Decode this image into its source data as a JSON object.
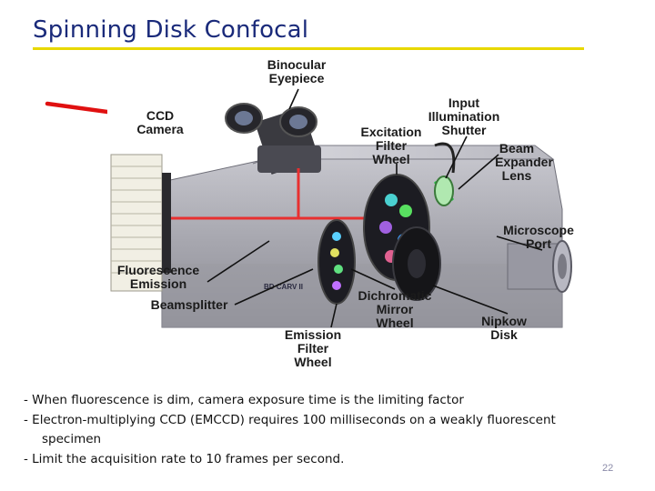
{
  "slide": {
    "title": "Spinning Disk Confocal",
    "page_number": "22"
  },
  "diagram": {
    "labels": {
      "binocular_1": "Binocular",
      "binocular_2": "Eyepiece",
      "ccd_1": "CCD",
      "ccd_2": "Camera",
      "input_1": "Input",
      "input_2": "Illumination",
      "input_3": "Shutter",
      "excitation_1": "Excitation",
      "excitation_2": "Filter",
      "excitation_3": "Wheel",
      "beam_1": "Beam",
      "beam_2": "Expander",
      "beam_3": "Lens",
      "microscope_1": "Microscope",
      "microscope_2": "Port",
      "fluor_1": "Fluorescence",
      "fluor_2": "Emission",
      "beamsplitter": "Beamsplitter",
      "dichroic_1": "Dichromatic",
      "dichroic_2": "Mirror",
      "dichroic_3": "Wheel",
      "nipkow_1": "Nipkow",
      "nipkow_2": "Disk",
      "emission_1": "Emission",
      "emission_2": "Filter",
      "emission_3": "Wheel",
      "brand": "BD CARV II"
    },
    "colors": {
      "arrow": "#e01010",
      "housing": "#a9a9b1",
      "camera": "#f1efe4"
    }
  },
  "bullets": {
    "line1": "- When fluorescence is dim, camera exposure time is the limiting factor",
    "line2": "- Electron-multiplying CCD (EMCCD) requires 100 milliseconds on a weakly fluorescent",
    "line2b": "specimen",
    "line3": "- Limit the acquisition rate to 10 frames per second."
  }
}
